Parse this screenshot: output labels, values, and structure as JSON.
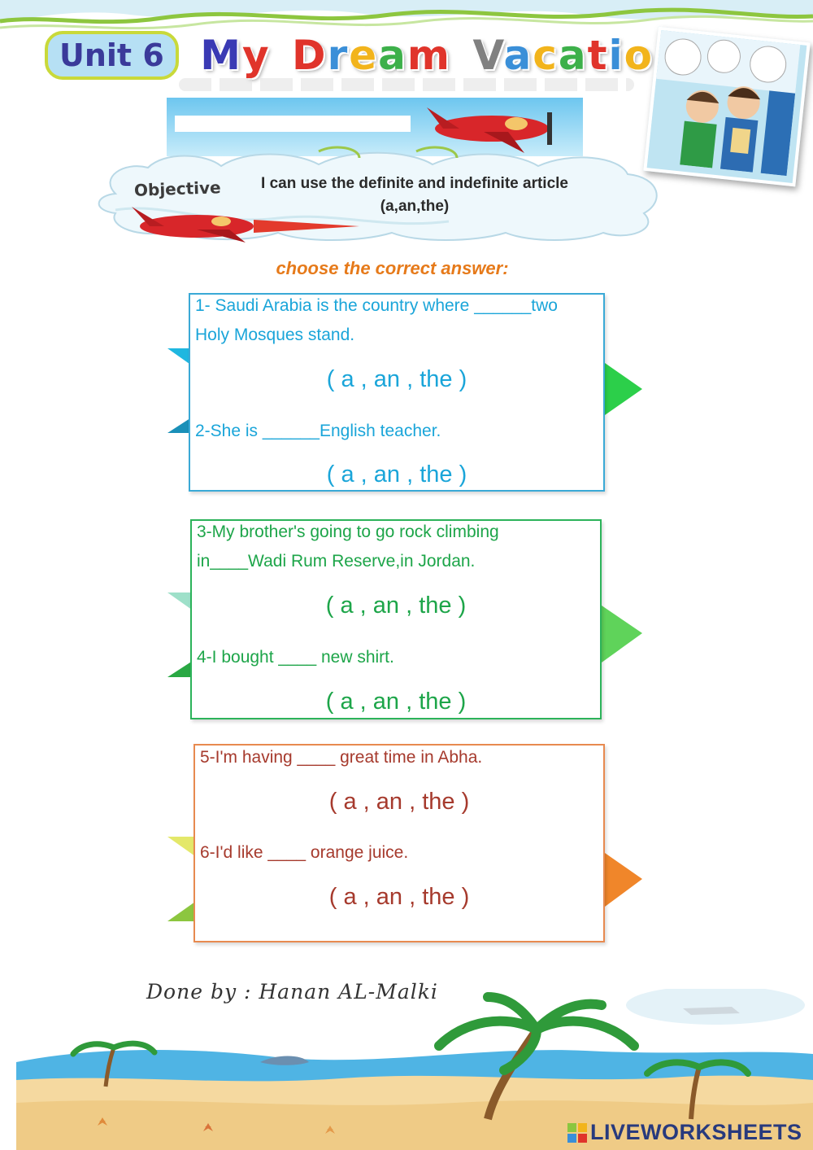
{
  "header": {
    "unit_label": "Unit 6",
    "title_words": [
      "My",
      "Dream",
      "Vacation"
    ]
  },
  "objective": {
    "label": "Objective",
    "line1": "I  can use the definite and indefinite article",
    "line2": "(a,an,the)"
  },
  "instruction": "choose the correct answer:",
  "cards": [
    {
      "color": "#1aa5d9",
      "questions": [
        {
          "line1": "1- Saudi Arabia  is the country where ______two",
          "line2": "Holy Mosques stand.",
          "options": "( a , an , the )"
        },
        {
          "line1": "2-She is ______English teacher.",
          "options": "( a , an , the )"
        }
      ]
    },
    {
      "color": "#1da549",
      "questions": [
        {
          "line1": "3-My brother's going to go rock climbing",
          "line2": "in____Wadi Rum Reserve,in Jordan.",
          "options": "( a , an , the )"
        },
        {
          "line1": "4-I bought ____ new shirt.",
          "options": "( a , an , the )"
        }
      ]
    },
    {
      "color": "#a63a2d",
      "questions": [
        {
          "line1": "5-I'm having ____ great time in Abha.",
          "options": "( a , an , the )"
        },
        {
          "line1": "6-I'd like ____ orange juice.",
          "options": "( a , an , the )"
        }
      ]
    }
  ],
  "footer": {
    "done_by": "Done by : Hanan AL-Malki",
    "brand": "LIVEWORKSHEETS"
  },
  "colors": {
    "accent_orange": "#e67a1a",
    "arrow_blue": "#1fb7e0",
    "arrow_green": "#2ccf4a",
    "arrow_orange": "#f0862a"
  }
}
